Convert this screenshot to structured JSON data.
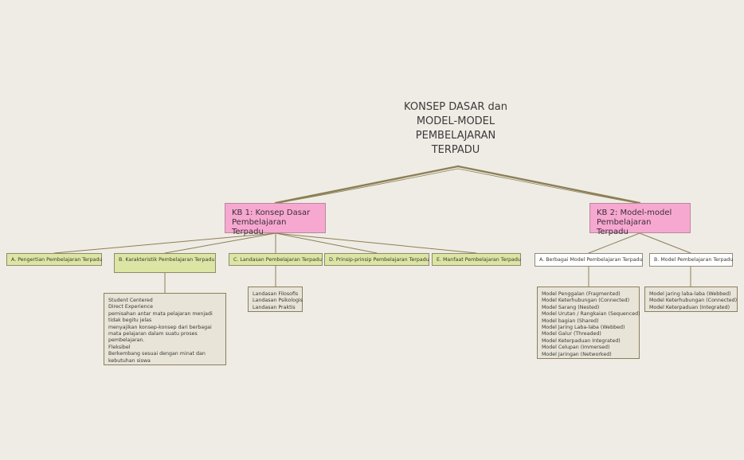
{
  "central_topic": {
    "lines": [
      "KONSEP DASAR dan",
      "MODEL-MODEL",
      "PEMBELAJARAN",
      "TERPADU"
    ]
  },
  "kb1": {
    "lines": [
      "KB 1: Konsep Dasar",
      "Pembelajaran Terpadu"
    ],
    "children": [
      "A. Pengertian Pembelajaran Terpadu",
      "B. Karakteristik Pembelajaran Terpadu",
      "C. Landasan Pembelajaran Terpadu",
      "D. Prinsip-prinsip Pembelajaran Terpadu",
      "E. Manfaat Pembelajaran Terpadu"
    ]
  },
  "kb2": {
    "lines": [
      "KB 2: Model-model",
      "Pembelajaran Terpadu"
    ],
    "children": [
      "A. Berbagai Model Pembelajaran Terpadu",
      "B. Model Pembelajaran Terpadu"
    ]
  },
  "details": {
    "karakteristik": [
      "Student Centered",
      "Direct Experience",
      "pemisahan antar mata pelajaran menjadi tidak begitu jelas",
      "menyajikan konsep-konsep dari berbagai mata pelajaran dalam suatu proses pembelajaran.",
      "Fleksibel",
      "Berkembang sesuai dengan minat dan kebutuhan siswa"
    ],
    "landasan": [
      "Landasan Filosofis",
      "Landasan Psikologis",
      "Landasan Praktis"
    ],
    "berbagai_model": [
      "Model Penggalan (Fragmented)",
      "Model Keterhubungan (Connected)",
      "Model Sarang (Nested)",
      "Model Urutan / Rangkaian (Sequenced)",
      "Model bagian (Shared)",
      "Model Jaring Laba-laba (Webbed)",
      "Model Galur (Threaded)",
      "Model Keterpaduan Integrated)",
      "Model Celupan (Immersed)",
      "Model Jaringan (Networked)"
    ],
    "model_terpadu": [
      "Model jaring laba-laba (Webbed)",
      "Model Keterhubungan (Connected)",
      "Model Keterpaduan (Integrated)"
    ]
  },
  "colors": {
    "background": "#efece5",
    "kb_fill": "#f6a8d1",
    "topic_fill_lime": "#dce5a3",
    "topic_fill_white": "#ffffff",
    "detail_fill": "#e8e4d8",
    "connector": "#8b7f55"
  }
}
